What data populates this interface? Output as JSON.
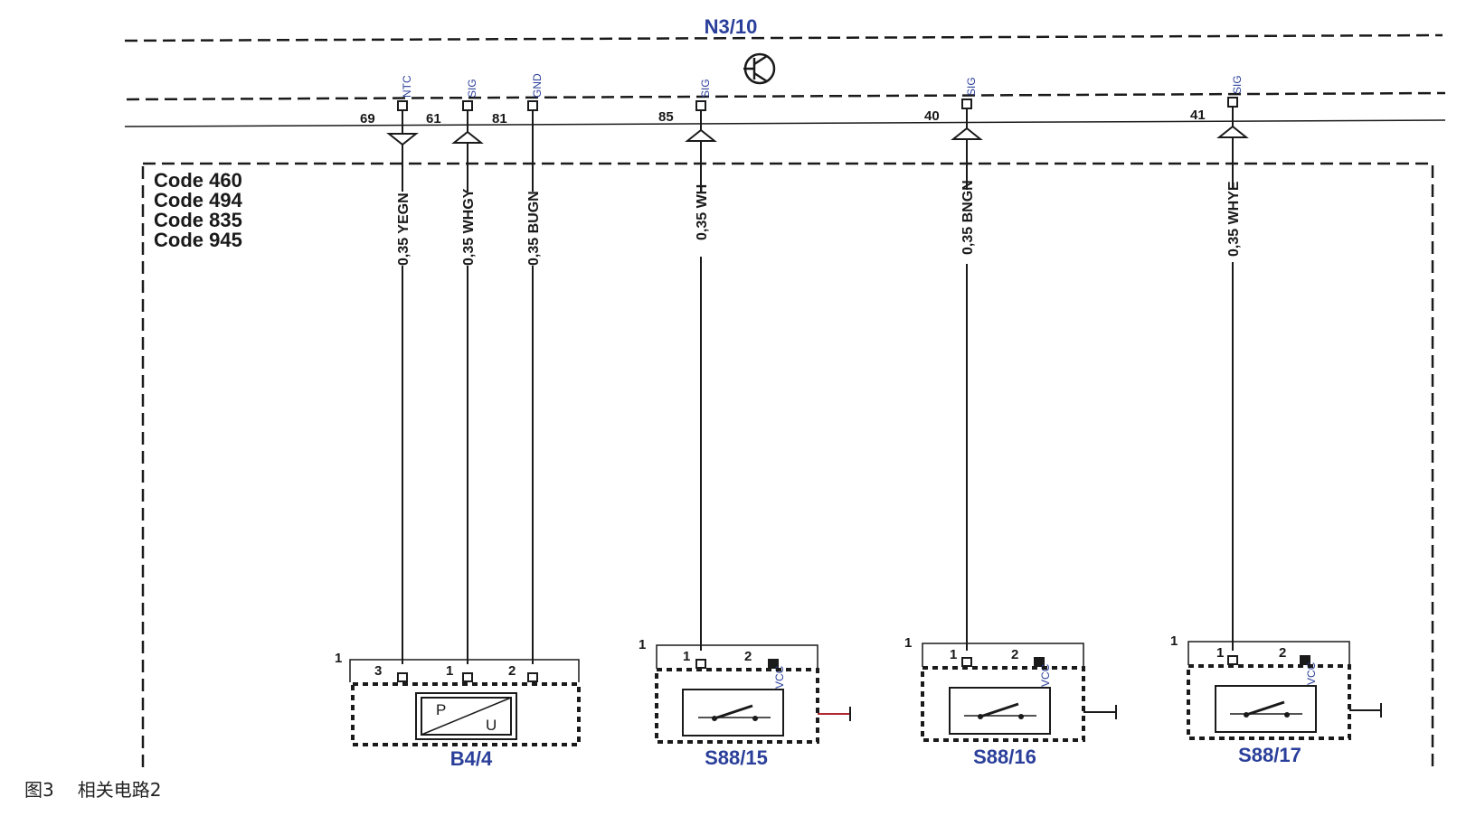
{
  "diagram": {
    "control_unit": "N3/10",
    "codes": [
      "Code 460",
      "Code 494",
      "Code 835",
      "Code 945"
    ],
    "symbols": {
      "transistor_icon": "transistor-icon",
      "fuse_icon": "pin-terminal-icon"
    },
    "colors": {
      "blue": "#2a3f9a",
      "black": "#1a1a1a",
      "red": "#b0282d"
    },
    "wires": [
      {
        "pin": "69",
        "signal": "NTC",
        "label": "0,35 YEGN",
        "direction": "down"
      },
      {
        "pin": "61",
        "signal": "SIG",
        "label": "0,35 WHGY",
        "direction": "up"
      },
      {
        "pin": "81",
        "signal": "GND",
        "label": "0,35 BUGN",
        "direction": "none"
      },
      {
        "pin": "85",
        "signal": "SIG",
        "label": "0,35 WH",
        "direction": "up"
      },
      {
        "pin": "40",
        "signal": "SIG",
        "label": "0,35 BNGN",
        "direction": "up"
      },
      {
        "pin": "41",
        "signal": "SIG",
        "label": "0,35 WHYE",
        "direction": "up"
      }
    ],
    "components": [
      {
        "id": "B4/4",
        "connector": "1",
        "pins": [
          "3",
          "1",
          "2"
        ],
        "symbol_top": "P",
        "symbol_bottom": "U",
        "vcc": ""
      },
      {
        "id": "S88/15",
        "connector": "1",
        "pins": [
          "1",
          "2"
        ],
        "symbol_top": "",
        "symbol_bottom": "",
        "vcc": "VCC"
      },
      {
        "id": "S88/16",
        "connector": "1",
        "pins": [
          "1",
          "2"
        ],
        "symbol_top": "",
        "symbol_bottom": "",
        "vcc": "VCC"
      },
      {
        "id": "S88/17",
        "connector": "1",
        "pins": [
          "1",
          "2"
        ],
        "symbol_top": "",
        "symbol_bottom": "",
        "vcc": "VCC"
      }
    ]
  },
  "caption": {
    "figure": "图3",
    "title": "相关电路2"
  }
}
